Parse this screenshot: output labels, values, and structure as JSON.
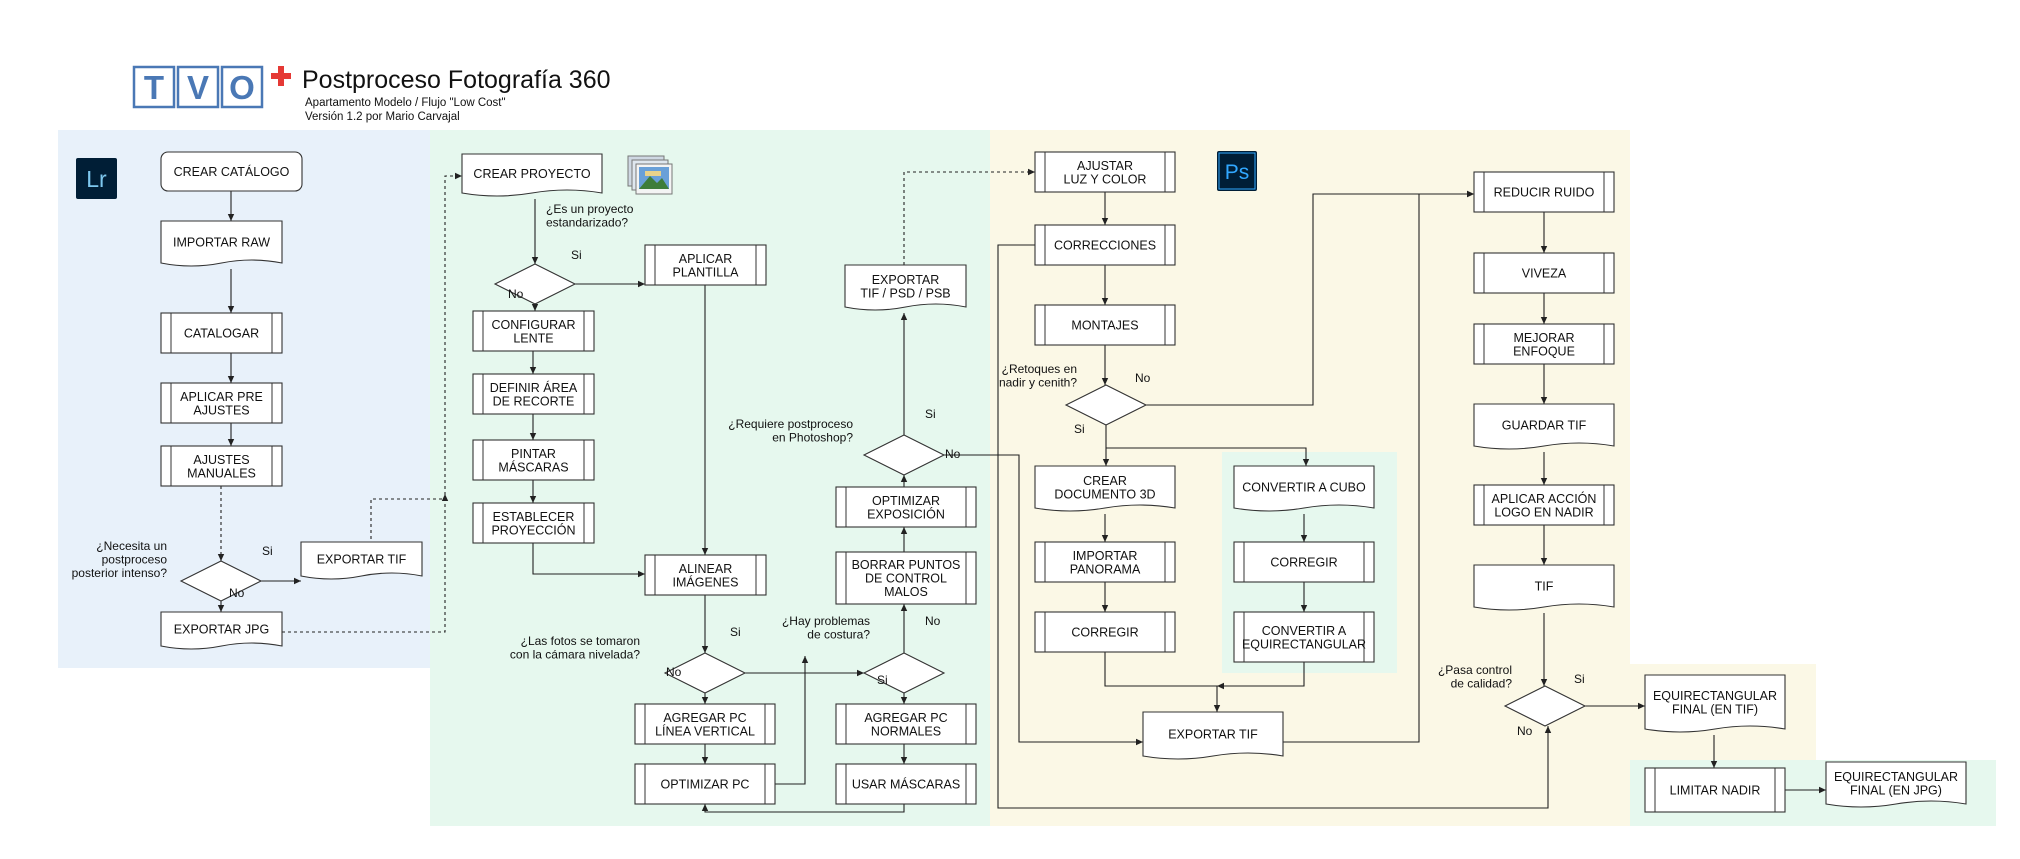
{
  "header": {
    "logo_letters": [
      "T",
      "V",
      "O"
    ],
    "title": "Postproceso Fotografía 360",
    "subtitle1": "Apartamento Modelo / Flujo \"Low Cost\"",
    "subtitle2": "Versión 1.2 por Mario Carvajal"
  },
  "badges": {
    "lightroom": "Lr",
    "photoshop": "Ps"
  },
  "colors": {
    "lightroom_zone": "#e8f1fa",
    "ptgui_zone": "#e6f8ee",
    "photoshop_zone": "#fbf8e6",
    "lightroom_badge": "#001e36",
    "lightroom_badge_text": "#7ec8ef",
    "photoshop_badge": "#001e36",
    "photoshop_badge_text": "#31a8ff",
    "logo_cross": "#e53935",
    "logo_blue": "#4a78b5"
  },
  "nodes": {
    "crear_catalogo": "CREAR CATÁLOGO",
    "importar_raw": "IMPORTAR RAW",
    "catalogar": "CATALOGAR",
    "aplicar_preajustes": [
      "APLICAR PRE",
      "AJUSTES"
    ],
    "ajustes_manuales": [
      "AJUSTES",
      "MANUALES"
    ],
    "exportar_tif_lr": "EXPORTAR TIF",
    "exportar_jpg": "EXPORTAR JPG",
    "crear_proyecto": "CREAR PROYECTO",
    "aplicar_plantilla": [
      "APLICAR",
      "PLANTILLA"
    ],
    "configurar_lente": [
      "CONFIGURAR",
      "LENTE"
    ],
    "definir_recorte": [
      "DEFINIR ÁREA",
      "DE RECORTE"
    ],
    "pintar_mascaras": [
      "PINTAR",
      "MÁSCARAS"
    ],
    "establecer_proyeccion": [
      "ESTABLECER",
      "PROYECCIÓN"
    ],
    "alinear_imagenes": [
      "ALINEAR",
      "IMÁGENES"
    ],
    "agregar_pc_vertical": [
      "AGREGAR PC",
      "LÍNEA VERTICAL"
    ],
    "optimizar_pc": "OPTIMIZAR PC",
    "agregar_pc_normales": [
      "AGREGAR PC",
      "NORMALES"
    ],
    "usar_mascaras": "USAR MÁSCARAS",
    "borrar_puntos": [
      "BORRAR PUNTOS",
      "DE CONTROL",
      "MALOS"
    ],
    "optimizar_exposicion": [
      "OPTIMIZAR",
      "EXPOSICIÓN"
    ],
    "exportar_tif_psd_psb": [
      "EXPORTAR",
      "TIF / PSD / PSB"
    ],
    "ajustar_luz": [
      "AJUSTAR",
      "LUZ Y COLOR"
    ],
    "correcciones": "CORRECCIONES",
    "montajes": "MONTAJES",
    "crear_documento_3d": [
      "CREAR",
      "DOCUMENTO 3D"
    ],
    "importar_panorama": [
      "IMPORTAR",
      "PANORAMA"
    ],
    "corregir_ps": "CORREGIR",
    "convertir_cubo": "CONVERTIR A CUBO",
    "corregir_cubo": "CORREGIR",
    "convertir_equirect": [
      "CONVERTIR A",
      "EQUIRECTANGULAR"
    ],
    "exportar_tif_ps": "EXPORTAR TIF",
    "reducir_ruido": "REDUCIR RUIDO",
    "viveza": "VIVEZA",
    "mejorar_enfoque": [
      "MEJORAR",
      "ENFOQUE"
    ],
    "guardar_tif": "GUARDAR TIF",
    "aplicar_accion_logo": [
      "APLICAR ACCIÓN",
      "LOGO EN NADIR"
    ],
    "tif": "TIF",
    "equirect_final_tif": [
      "EQUIRECTANGULAR",
      "FINAL (EN TIF)"
    ],
    "limitar_nadir": "LIMITAR NADIR",
    "equirect_final_jpg": [
      "EQUIRECTANGULAR",
      "FINAL (EN JPG)"
    ]
  },
  "questions": {
    "necesita_postproceso": [
      "¿Necesita un",
      "postproceso",
      "posterior intenso?"
    ],
    "proyecto_estandarizado": [
      "¿Es un proyecto",
      "estandarizado?"
    ],
    "camara_nivelada": [
      "¿Las fotos se tomaron",
      "con la cámara nivelada?"
    ],
    "problemas_costura": [
      "¿Hay problemas",
      "de costura?"
    ],
    "requiere_photoshop": [
      "¿Requiere postproceso",
      "en Photoshop?"
    ],
    "retoques_nadir": [
      "¿Retoques en",
      "nadir y cenith?"
    ],
    "control_calidad": [
      "¿Pasa control",
      "de calidad?"
    ]
  },
  "answers": {
    "yes": "Si",
    "no": "No"
  }
}
